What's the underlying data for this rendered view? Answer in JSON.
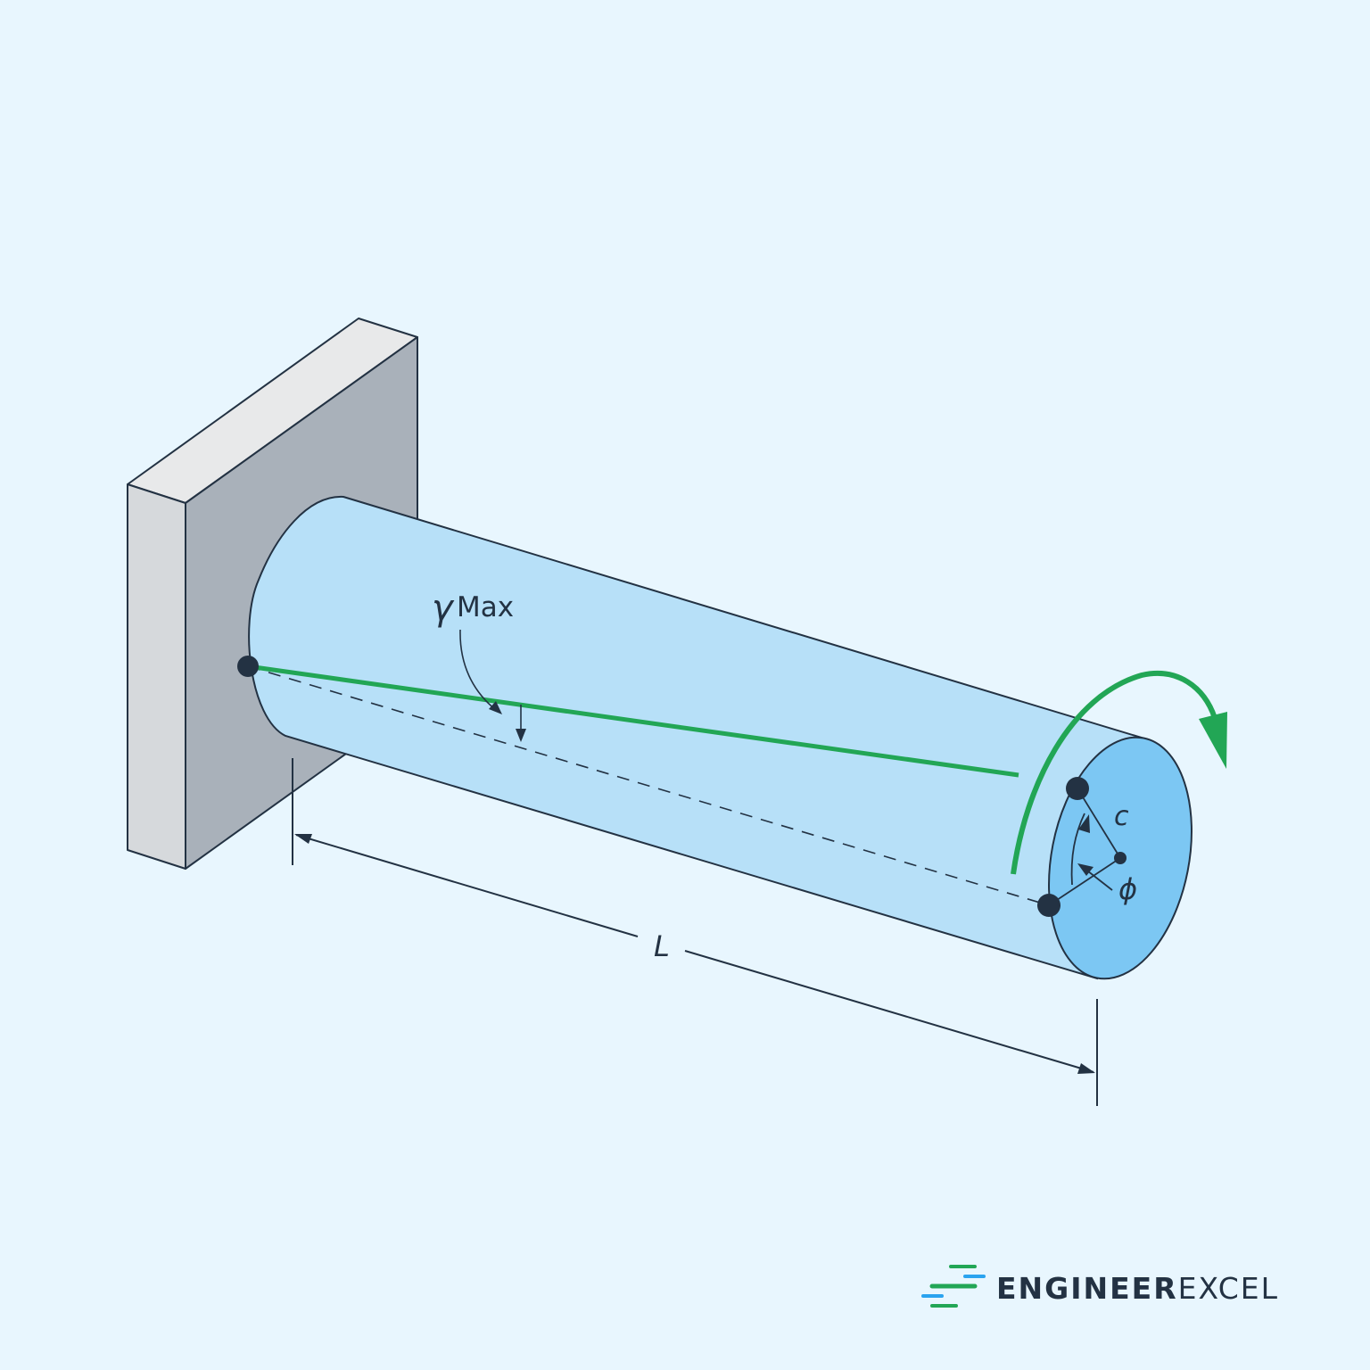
{
  "labels": {
    "gamma_symbol": "γ",
    "gamma_sub": "Max",
    "length": "L",
    "radius": "c",
    "angle": "ϕ"
  },
  "logo": {
    "bold": "ENGINEER",
    "light": "EXCEL"
  },
  "colors": {
    "background": "#e8f6fe",
    "shaft": "#b7e0f8",
    "shaft_end": "#7cc7f3",
    "wall_front": "#a9b1ba",
    "wall_top": "#e8e9ea",
    "wall_side": "#d6d9dc",
    "torque": "#22a655",
    "ink": "#233243",
    "logo_blue": "#2aa3ef"
  }
}
